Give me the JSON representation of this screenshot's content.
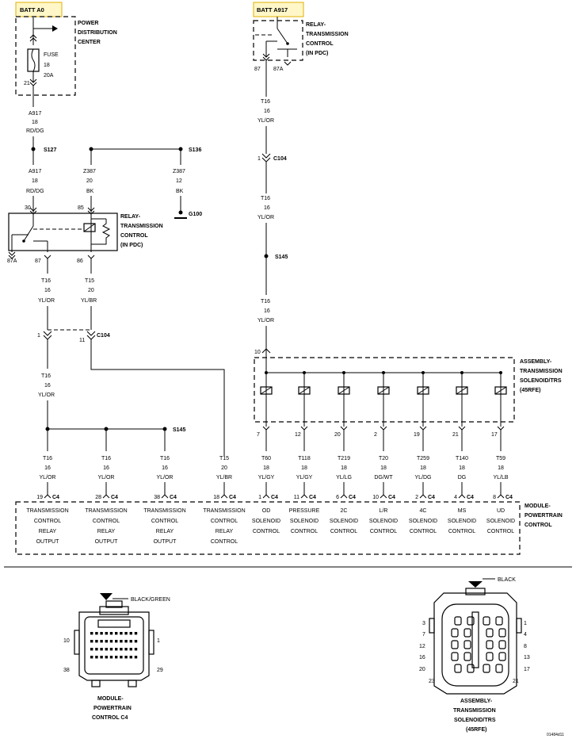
{
  "batt": {
    "a0": "BATT A0",
    "a917": "BATT A917"
  },
  "colors": {
    "batt_label_bg": "#fff7c8",
    "batt_label_border": "#e0b000",
    "ink": "#000000"
  },
  "pdc": {
    "title": [
      "POWER",
      "DISTRIBUTION",
      "CENTER"
    ],
    "fuse": [
      "FUSE",
      "18",
      "20A"
    ],
    "pin": "21"
  },
  "relay_top": {
    "title": [
      "RELAY-",
      "TRANSMISSION",
      "CONTROL",
      "(IN PDC)"
    ],
    "pin_87": "87",
    "pin_87a": "87A"
  },
  "relay_left": {
    "title": [
      "RELAY-",
      "TRANSMISSION",
      "CONTROL",
      "(IN PDC)"
    ],
    "pin_30": "30",
    "pin_85": "85",
    "pin_87a": "87A",
    "pin_87": "87",
    "pin_86": "86"
  },
  "wires": {
    "a917_top": [
      "A917",
      "18",
      "RD/DG"
    ],
    "a917_mid": [
      "A917",
      "18",
      "RD/DG"
    ],
    "z387_20": [
      "Z387",
      "20",
      "BK"
    ],
    "z387_12": [
      "Z387",
      "12",
      "BK"
    ],
    "t16_left": [
      "T16",
      "16",
      "YL/OR"
    ],
    "t15_left": [
      "T15",
      "20",
      "YL/BR"
    ],
    "t16_below_c104": [
      "T16",
      "16",
      "YL/OR"
    ],
    "t16_right_1": [
      "T16",
      "16",
      "YL/OR"
    ],
    "t16_right_2": [
      "T16",
      "16",
      "YL/OR"
    ],
    "t16_right_3": [
      "T16",
      "16",
      "YL/OR"
    ]
  },
  "splices": {
    "s127": "S127",
    "s136": "S136",
    "g100": "G100",
    "s145_right": "S145",
    "s145_left": "S145"
  },
  "c104": {
    "label": "C104",
    "pin_right": "1",
    "pin_left_1": "1",
    "pin_left_11": "11"
  },
  "solenoid_assy": {
    "title": [
      "ASSEMBLY-",
      "TRANSMISSION",
      "SOLENOID/TRS",
      "(45RFE)"
    ],
    "pin_in": "10"
  },
  "pcm": {
    "title": [
      "MODULE-",
      "POWERTRAIN",
      "CONTROL"
    ],
    "connector": "C4"
  },
  "outputs": [
    {
      "pin": "19",
      "wire": [
        "T16",
        "16",
        "YL/OR"
      ],
      "func": [
        "TRANSMISSION",
        "CONTROL",
        "RELAY",
        "OUTPUT"
      ]
    },
    {
      "pin": "28",
      "wire": [
        "T16",
        "16",
        "YL/OR"
      ],
      "func": [
        "TRANSMISSION",
        "CONTROL",
        "RELAY",
        "OUTPUT"
      ]
    },
    {
      "pin": "38",
      "wire": [
        "T16",
        "16",
        "YL/OR"
      ],
      "func": [
        "TRANSMISSION",
        "CONTROL",
        "RELAY",
        "OUTPUT"
      ]
    },
    {
      "pin": "18",
      "wire": [
        "T15",
        "20",
        "YL/BR"
      ],
      "func": [
        "TRANSMISSION",
        "CONTROL",
        "RELAY",
        "CONTROL"
      ]
    },
    {
      "sol_pin": "7",
      "pin": "1",
      "wire": [
        "T60",
        "18",
        "YL/GY"
      ],
      "func": [
        "OD",
        "SOLENOID",
        "CONTROL"
      ]
    },
    {
      "sol_pin": "12",
      "pin": "11",
      "wire": [
        "T118",
        "18",
        "YL/GY"
      ],
      "func": [
        "PRESSURE",
        "SOLENOID",
        "CONTROL"
      ]
    },
    {
      "sol_pin": "20",
      "pin": "6",
      "wire": [
        "T219",
        "18",
        "YL/LG"
      ],
      "func": [
        "2C",
        "SOLENOID",
        "CONTROL"
      ]
    },
    {
      "sol_pin": "2",
      "pin": "10",
      "wire": [
        "T20",
        "18",
        "DG/WT"
      ],
      "func": [
        "L/R",
        "SOLENOID",
        "CONTROL"
      ]
    },
    {
      "sol_pin": "19",
      "pin": "2",
      "wire": [
        "T259",
        "18",
        "YL/DG"
      ],
      "func": [
        "4C",
        "SOLENOID",
        "CONTROL"
      ]
    },
    {
      "sol_pin": "21",
      "pin": "4",
      "wire": [
        "T140",
        "18",
        "DG"
      ],
      "func": [
        "MS",
        "SOLENOID",
        "CONTROL"
      ]
    },
    {
      "sol_pin": "17",
      "pin": "8",
      "wire": [
        "T59",
        "18",
        "YL/LB"
      ],
      "func": [
        "UD",
        "SOLENOID",
        "CONTROL"
      ]
    }
  ],
  "connector_pcm": {
    "color": "BLACK/GREEN",
    "pins": [
      "10",
      "1",
      "38",
      "29"
    ],
    "title": [
      "MODULE-",
      "POWERTRAIN",
      "CONTROL C4"
    ]
  },
  "connector_trs": {
    "color": "BLACK",
    "pins_left": [
      "3",
      "7",
      "12",
      "16",
      "20",
      "23"
    ],
    "pins_right": [
      "1",
      "4",
      "8",
      "13",
      "17",
      "21"
    ],
    "title": [
      "ASSEMBLY-",
      "TRANSMISSION",
      "SOLENOID/TRS",
      "(45RFE)"
    ]
  },
  "figure_id": "01484d11"
}
